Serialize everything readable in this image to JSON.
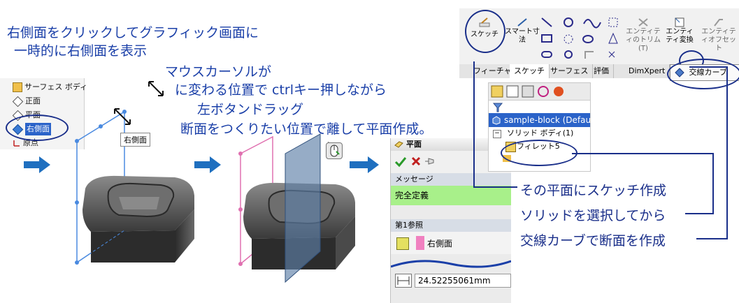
{
  "instructions": {
    "line1": "右側面をクリックしてグラフィック画面に",
    "line2": "一時的に右側面を表示",
    "line3": "マウスカーソルが",
    "line4": "に変わる位置で ctrlキー押しながら",
    "line5": "左ボタンドラッグ",
    "line6": "断面をつくりたい位置で離して平面作成。"
  },
  "tree_left": {
    "items": [
      {
        "label": "サーフェス ボディ",
        "icon": "surface-body-icon"
      },
      {
        "label": "正面",
        "icon": "plane-icon"
      },
      {
        "label": "平面",
        "icon": "plane-icon"
      },
      {
        "label": "右側面",
        "icon": "plane-icon",
        "selected": true
      },
      {
        "label": "原点",
        "icon": "origin-icon"
      }
    ]
  },
  "tooltip": {
    "label": "右側面"
  },
  "ribbon": {
    "sketch_label": "スケッチ",
    "smart_dim_label": "スマート寸法",
    "trim_label": "エンティティのトリム(T)",
    "convert_label": "エンティティ変換",
    "offset_label": "エンティティオフセット",
    "tabs": [
      "フィーチャー",
      "スケッチ",
      "サーフェス",
      "評価",
      "DimXpert"
    ],
    "intersection_curve_label": "交線カーブ"
  },
  "feature_tree": {
    "root_label": "sample-block (Defau",
    "solid_bodies_label": "ソリッド ボディ(1)",
    "fillet_label": "フィレット5"
  },
  "property_manager": {
    "title": "平面",
    "message_header": "メッセージ",
    "message": "完全定義",
    "ref1_header": "第1参照",
    "ref1_value": "右側面",
    "distance_value": "24.52255061mm"
  },
  "notes": {
    "note1": "その平面にスケッチ作成",
    "note2": "ソリッドを選択してから",
    "note3": "交線カーブで断面を作成"
  },
  "colors": {
    "instruction_blue": "#1a3fa8",
    "arrow_blue": "#1f6fbf",
    "message_green": "#a8f08a",
    "annotation_navy": "#1a2f8a"
  }
}
